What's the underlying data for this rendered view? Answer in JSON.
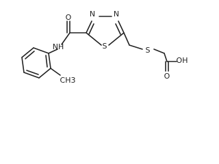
{
  "structure": {
    "atoms": {
      "nitrogen_top_left": "N",
      "nitrogen_top_right": "N",
      "sulfur_ring": "S",
      "oxygen_amide": "O",
      "amide_nh": "NH",
      "sulfur_thioether": "S",
      "oxygen_carboxyl": "O",
      "hydroxyl": "OH",
      "methyl": "CH3"
    }
  }
}
